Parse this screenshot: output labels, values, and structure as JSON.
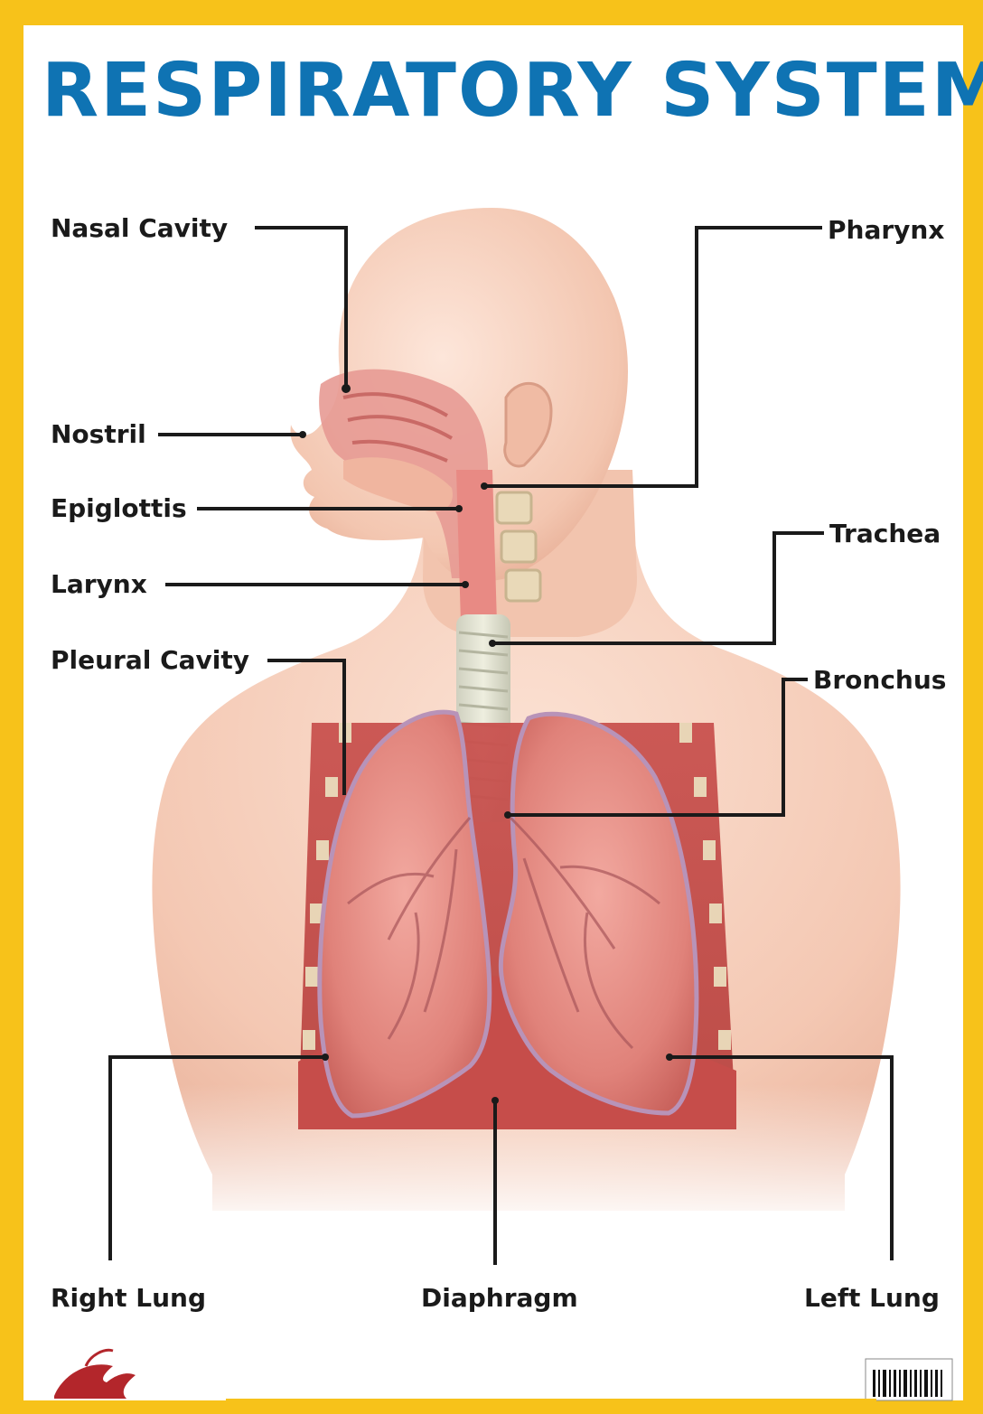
{
  "title": "RESPIRATORY SYSTEM",
  "labels": {
    "nasal_cavity": "Nasal Cavity",
    "nostril": "Nostril",
    "epiglottis": "Epiglottis",
    "larynx": "Larynx",
    "pleural_cavity": "Pleural Cavity",
    "pharynx": "Pharynx",
    "trachea": "Trachea",
    "bronchus": "Bronchus",
    "right_lung": "Right Lung",
    "diaphragm": "Diaphragm",
    "left_lung": "Left Lung"
  },
  "colors": {
    "frame": "#f7c21a",
    "title": "#0f73b3",
    "skin": "#f5cdb8",
    "lung": "#e0807a",
    "leader_line": "#1a1a1a"
  },
  "icons": {
    "logo": "pegasus-logo-icon",
    "barcode": "barcode-icon"
  }
}
